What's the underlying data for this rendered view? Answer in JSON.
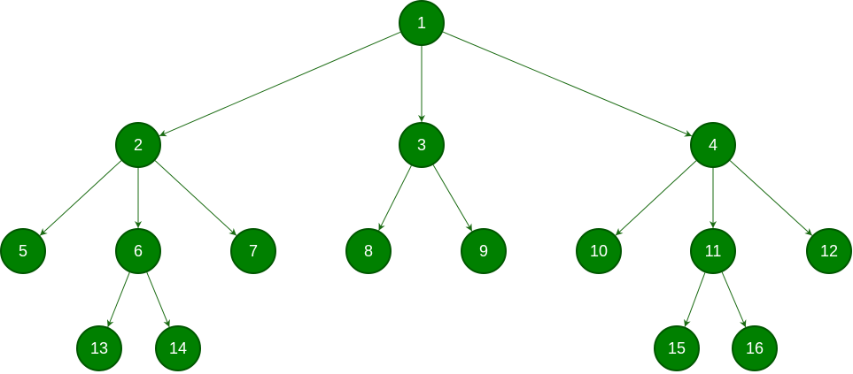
{
  "diagram": {
    "type": "tree",
    "colors": {
      "node_fill": "#008000",
      "node_stroke": "#005700",
      "edge": "#1a6b12",
      "label": "#ffffff"
    },
    "nodes": [
      {
        "id": "1",
        "label": "1"
      },
      {
        "id": "2",
        "label": "2"
      },
      {
        "id": "3",
        "label": "3"
      },
      {
        "id": "4",
        "label": "4"
      },
      {
        "id": "5",
        "label": "5"
      },
      {
        "id": "6",
        "label": "6"
      },
      {
        "id": "7",
        "label": "7"
      },
      {
        "id": "8",
        "label": "8"
      },
      {
        "id": "9",
        "label": "9"
      },
      {
        "id": "10",
        "label": "10"
      },
      {
        "id": "11",
        "label": "11"
      },
      {
        "id": "12",
        "label": "12"
      },
      {
        "id": "13",
        "label": "13"
      },
      {
        "id": "14",
        "label": "14"
      },
      {
        "id": "15",
        "label": "15"
      },
      {
        "id": "16",
        "label": "16"
      }
    ],
    "edges": [
      {
        "from": "1",
        "to": "2"
      },
      {
        "from": "1",
        "to": "3"
      },
      {
        "from": "1",
        "to": "4"
      },
      {
        "from": "2",
        "to": "5"
      },
      {
        "from": "2",
        "to": "6"
      },
      {
        "from": "2",
        "to": "7"
      },
      {
        "from": "3",
        "to": "8"
      },
      {
        "from": "3",
        "to": "9"
      },
      {
        "from": "4",
        "to": "10"
      },
      {
        "from": "4",
        "to": "11"
      },
      {
        "from": "4",
        "to": "12"
      },
      {
        "from": "6",
        "to": "13"
      },
      {
        "from": "6",
        "to": "14"
      },
      {
        "from": "11",
        "to": "15"
      },
      {
        "from": "11",
        "to": "16"
      }
    ]
  }
}
